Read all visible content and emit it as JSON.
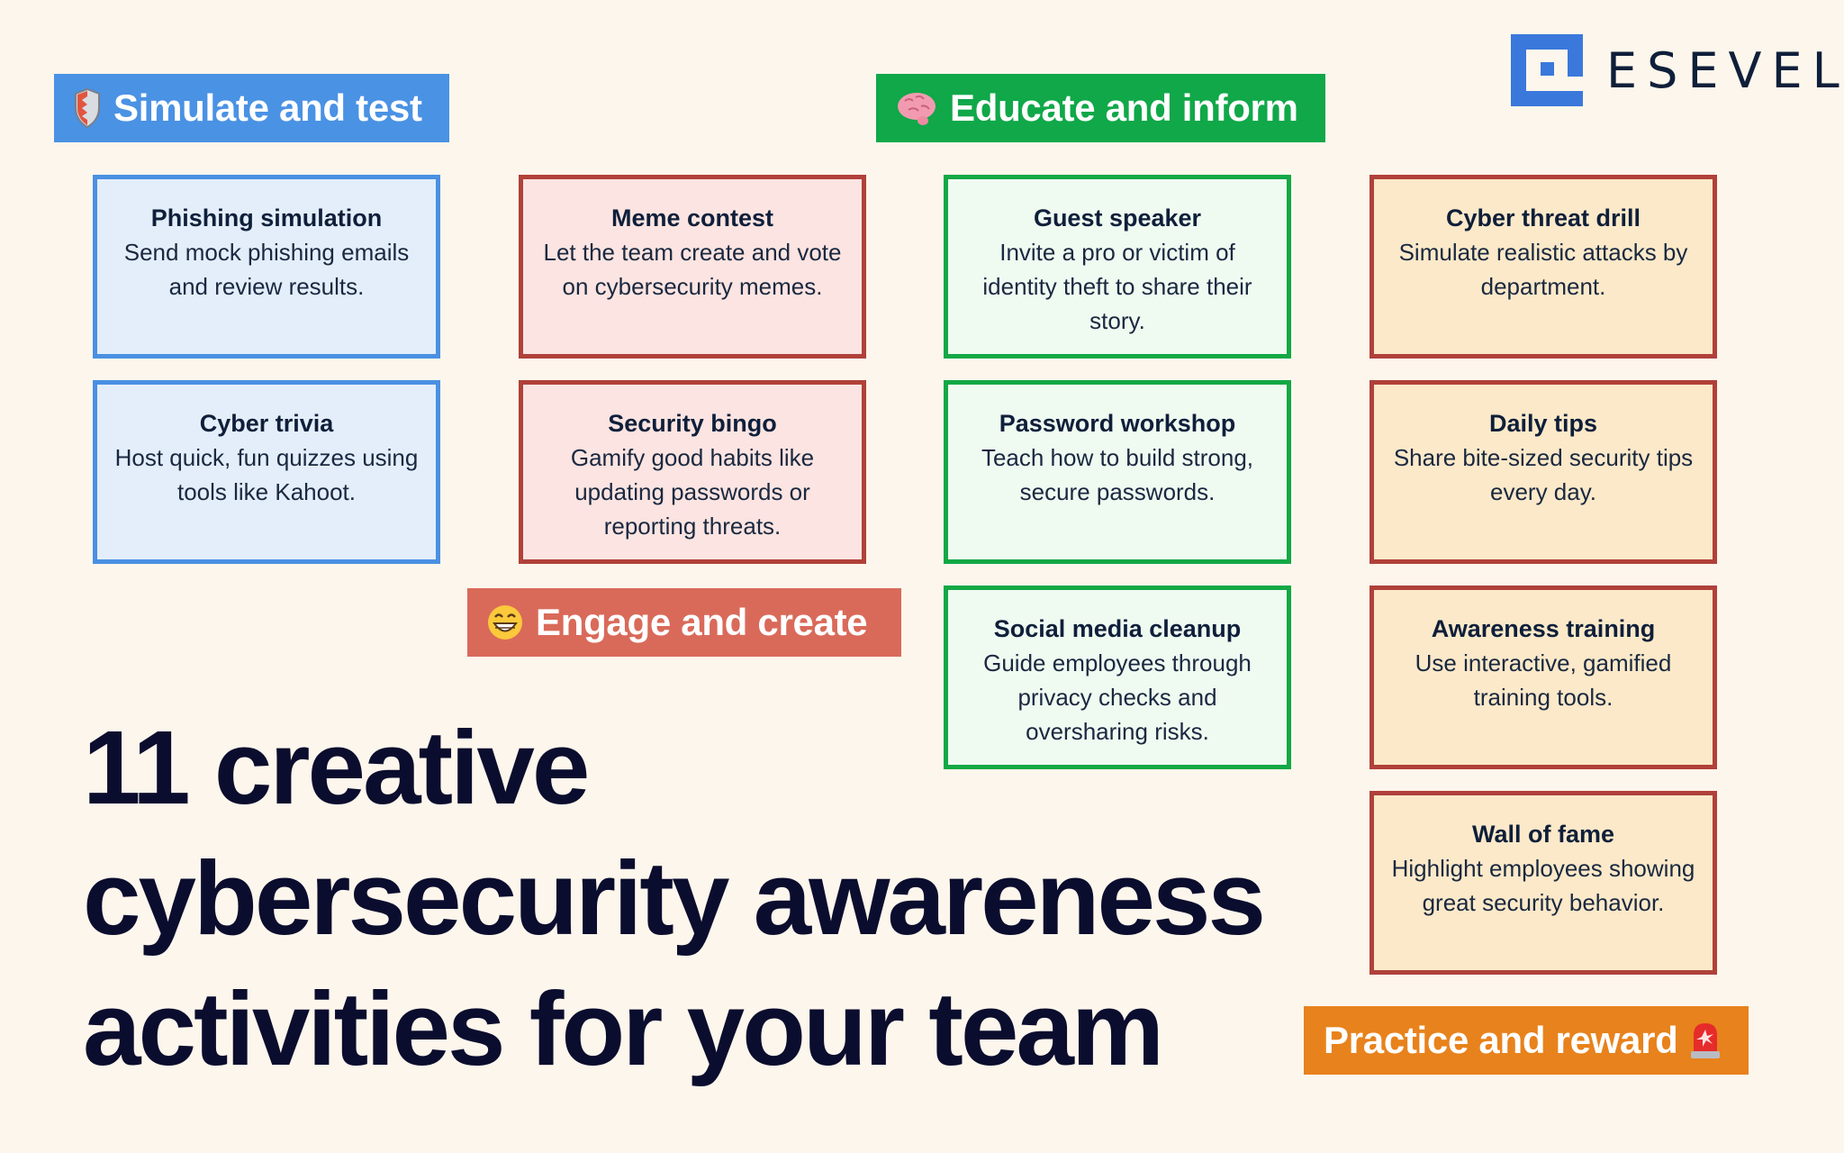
{
  "brand": {
    "name": "ESEVEL",
    "logo_icon": "esevel-logo-icon",
    "accent_color": "#3b78dc"
  },
  "headline": {
    "lines": [
      "11 creative",
      "cybersecurity awareness",
      "activities for your team"
    ]
  },
  "categories": [
    {
      "id": "simulate",
      "label": "Simulate and test",
      "icon": "shield-icon",
      "emoji": "🛡️",
      "color": "#4a92e4"
    },
    {
      "id": "educate",
      "label": "Educate and inform",
      "icon": "brain-icon",
      "emoji": "🧠",
      "color": "#10a849"
    },
    {
      "id": "engage",
      "label": "Engage and create",
      "icon": "grinning-face-icon",
      "emoji": "😁",
      "color": "#d96a5a"
    },
    {
      "id": "practice",
      "label": "Practice and reward",
      "icon": "rotating-light-icon",
      "emoji": "🚨",
      "color": "#e8821c"
    }
  ],
  "activities": [
    {
      "category": "simulate",
      "title": "Phishing simulation",
      "description": "Send mock phishing emails and review results."
    },
    {
      "category": "simulate",
      "title": "Cyber trivia",
      "description": "Host quick, fun quizzes using tools like Kahoot."
    },
    {
      "category": "engage",
      "title": "Meme contest",
      "description": "Let the team create and vote on cybersecurity memes."
    },
    {
      "category": "engage",
      "title": "Security bingo",
      "description": "Gamify good habits like updating passwords or reporting threats."
    },
    {
      "category": "educate",
      "title": "Guest speaker",
      "description": "Invite a pro or victim of identity theft to share their story."
    },
    {
      "category": "educate",
      "title": "Password workshop",
      "description": "Teach how to build strong, secure passwords."
    },
    {
      "category": "educate",
      "title": "Social media cleanup",
      "description": "Guide employees through privacy checks and oversharing risks."
    },
    {
      "category": "practice",
      "title": "Cyber threat drill",
      "description": "Simulate realistic attacks by department."
    },
    {
      "category": "practice",
      "title": "Daily tips",
      "description": "Share bite-sized security tips every day."
    },
    {
      "category": "practice",
      "title": "Awareness training",
      "description": "Use interactive, gamified training tools."
    },
    {
      "category": "practice",
      "title": "Wall of fame",
      "description": "Highlight employees showing great security behavior."
    }
  ]
}
